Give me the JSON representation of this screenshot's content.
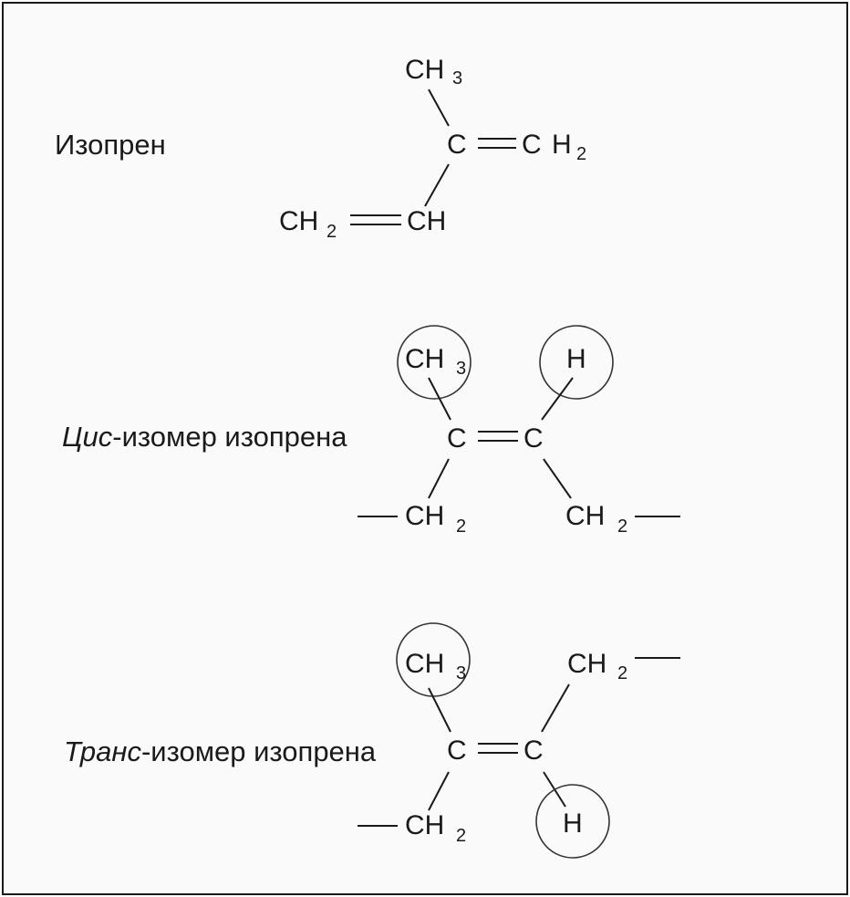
{
  "labels": {
    "isoprene": "Изопрен",
    "cis_prefix": "Цис",
    "cis_rest": "-изомер изопрена",
    "trans_prefix": "Транс",
    "trans_rest": "-изомер изопрена"
  },
  "atoms": {
    "ch3": "CH",
    "ch3_sub": "3",
    "c": "C",
    "ch2": "CH",
    "ch2_sub": "2",
    "ch": "CH",
    "h": "H"
  }
}
